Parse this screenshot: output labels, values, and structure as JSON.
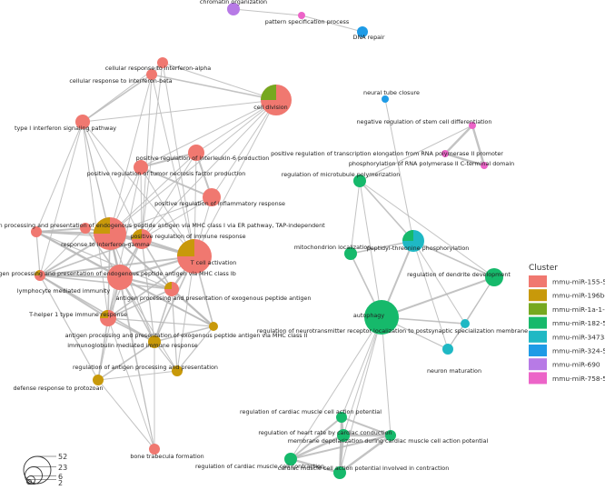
{
  "legend": {
    "title": "Cluster",
    "items": [
      {
        "label": "mmu-miR-155-5p",
        "color": "#f07870"
      },
      {
        "label": "mmu-miR-196b-5p",
        "color": "#c8990a"
      },
      {
        "label": "mmu-miR-1a-1-5p",
        "color": "#76a81f"
      },
      {
        "label": "mmu-miR-182-5p",
        "color": "#16b96b"
      },
      {
        "label": "mmu-miR-3473a",
        "color": "#1fb8c4"
      },
      {
        "label": "mmu-miR-324-5p",
        "color": "#1e9be6"
      },
      {
        "label": "mmu-miR-690",
        "color": "#b77ae6"
      },
      {
        "label": "mmu-miR-758-5p",
        "color": "#ec64c8"
      }
    ]
  },
  "size_legend": {
    "values": [
      "52",
      "23",
      "6",
      "2"
    ]
  },
  "nodes": [
    {
      "id": "n1",
      "label": "chromatin organization",
      "color": "#b77ae6"
    },
    {
      "id": "n2",
      "label": "pattern specification process",
      "color": "#ec64c8"
    },
    {
      "id": "n3",
      "label": "DNA repair",
      "color": "#1e9be6"
    },
    {
      "id": "n4",
      "label": "cellular response to interferon-alpha",
      "color": "#f07870"
    },
    {
      "id": "n5",
      "label": "cellular response to interferon-beta",
      "color": "#f07870"
    },
    {
      "id": "n6",
      "label": "cell division",
      "color": "#f07870",
      "color2": "#76a81f"
    },
    {
      "id": "n7",
      "label": "type I interferon signaling pathway",
      "color": "#f07870"
    },
    {
      "id": "n8",
      "label": "neural tube closure",
      "color": "#1e9be6"
    },
    {
      "id": "n9",
      "label": "negative regulation of stem cell differentiation",
      "color": "#ec64c8"
    },
    {
      "id": "n10",
      "label": "positive regulation of interleukin-6 production",
      "color": "#f07870"
    },
    {
      "id": "n11",
      "label": "positive regulation of transcription elongation from RNA polymerase II promoter",
      "color": "#ec64c8"
    },
    {
      "id": "n12",
      "label": "phosphorylation of RNA polymerase II C-terminal domain",
      "color": "#ec64c8"
    },
    {
      "id": "n13",
      "label": "positive regulation of tumor necrosis factor production",
      "color": "#f07870"
    },
    {
      "id": "n14",
      "label": "regulation of microtubule polymerization",
      "color": "#16b96b"
    },
    {
      "id": "n15",
      "label": "positive regulation of inflammatory response",
      "color": "#f07870"
    },
    {
      "id": "n16",
      "label": "antigen processing and presentation of endogenous peptide antigen via MHC class I via ER pathway, TAP-independent",
      "color": "#f07870"
    },
    {
      "id": "n17",
      "label": "positive regulation of immune response",
      "color": "#f07870",
      "color2": "#c8990a"
    },
    {
      "id": "n18",
      "label": "response to interferon-gamma",
      "color": "#f07870",
      "color2": "#c8990a"
    },
    {
      "id": "n19",
      "label": "mitochondrion localization",
      "color": "#16b96b"
    },
    {
      "id": "n20",
      "label": "peptidyl-threonine phosphorylation",
      "color": "#1fb8c4",
      "color2": "#16b96b"
    },
    {
      "id": "n21",
      "label": "T cell activation",
      "color": "#f07870",
      "color2": "#c8990a"
    },
    {
      "id": "n22",
      "label": "antigen processing and presentation of endogenous peptide antigen via MHC class Ib",
      "color": "#f07870"
    },
    {
      "id": "n23",
      "label": "lymphocyte mediated immunity",
      "color": "#f07870",
      "color2": "#c8990a"
    },
    {
      "id": "n24",
      "label": "regulation of dendrite development",
      "color": "#16b96b"
    },
    {
      "id": "n25",
      "label": "antigen processing and presentation of exogenous peptide antigen",
      "color": "#f07870",
      "color2": "#c8990a"
    },
    {
      "id": "n26",
      "label": "T-helper 1 type immune response",
      "color": "#f07870",
      "color2": "#c8990a"
    },
    {
      "id": "n27",
      "label": "autophagy",
      "color": "#16b96b"
    },
    {
      "id": "n28",
      "label": "regulation of neurotransmitter receptor localization to postsynaptic specialization membrane",
      "color": "#1fb8c4"
    },
    {
      "id": "n29",
      "label": "antigen processing and presentation of exogenous peptide antigen via MHC class II",
      "color": "#c8990a"
    },
    {
      "id": "n30",
      "label": "immunoglobulin mediated immune response",
      "color": "#c8990a"
    },
    {
      "id": "n31",
      "label": "regulation of antigen processing and presentation",
      "color": "#c8990a"
    },
    {
      "id": "n32",
      "label": "neuron maturation",
      "color": "#1fb8c4"
    },
    {
      "id": "n33",
      "label": "defense response to protozoan",
      "color": "#c8990a"
    },
    {
      "id": "n34",
      "label": "regulation of cardiac muscle cell action potential",
      "color": "#16b96b"
    },
    {
      "id": "n35",
      "label": "regulation of heart rate by cardiac conduction",
      "color": "#16b96b"
    },
    {
      "id": "n36",
      "label": "membrane depolarization during cardiac muscle cell action potential",
      "color": "#16b96b"
    },
    {
      "id": "n37",
      "label": "bone trabecula formation",
      "color": "#f07870"
    },
    {
      "id": "n38",
      "label": "regulation of cardiac muscle cell contraction",
      "color": "#16b96b"
    },
    {
      "id": "n39",
      "label": "cardiac muscle cell action potential involved in contraction",
      "color": "#16b96b"
    },
    {
      "id": "n40",
      "label": "",
      "color": "#f07870"
    }
  ]
}
